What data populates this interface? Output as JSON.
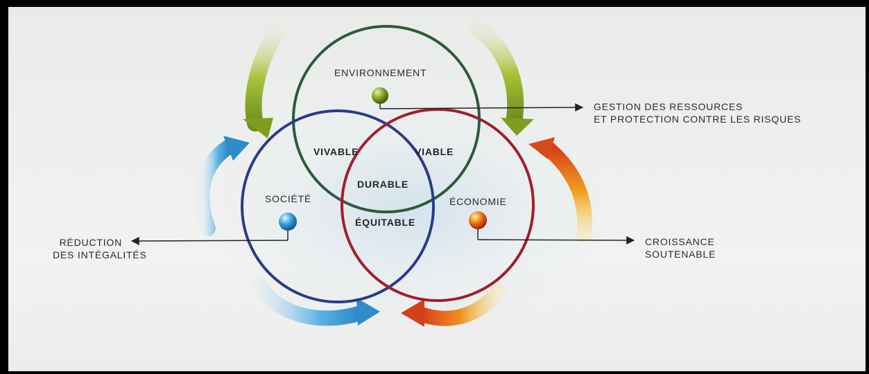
{
  "circles": {
    "environment": {
      "label": "Environnement",
      "color": "#2e5a3a"
    },
    "society": {
      "label": "Société",
      "color": "#2a3a8a"
    },
    "economy": {
      "label": "Économie",
      "color": "#a01e2e"
    }
  },
  "overlaps": {
    "env_society": "Vivable",
    "env_economy": "Viable",
    "society_economy": "Équitable",
    "all": "Durable"
  },
  "outcomes": {
    "environment": [
      "Gestion des ressources",
      "et protection contre les risques"
    ],
    "society": [
      "Réduction",
      "des intégalités"
    ],
    "economy": [
      "Croissance",
      "soutenable"
    ]
  },
  "colors": {
    "green_arrow": "#8fae2a",
    "blue_arrow": "#3a9ad6",
    "orange_arrow": "#e8641c",
    "pointer_line": "#222222"
  }
}
